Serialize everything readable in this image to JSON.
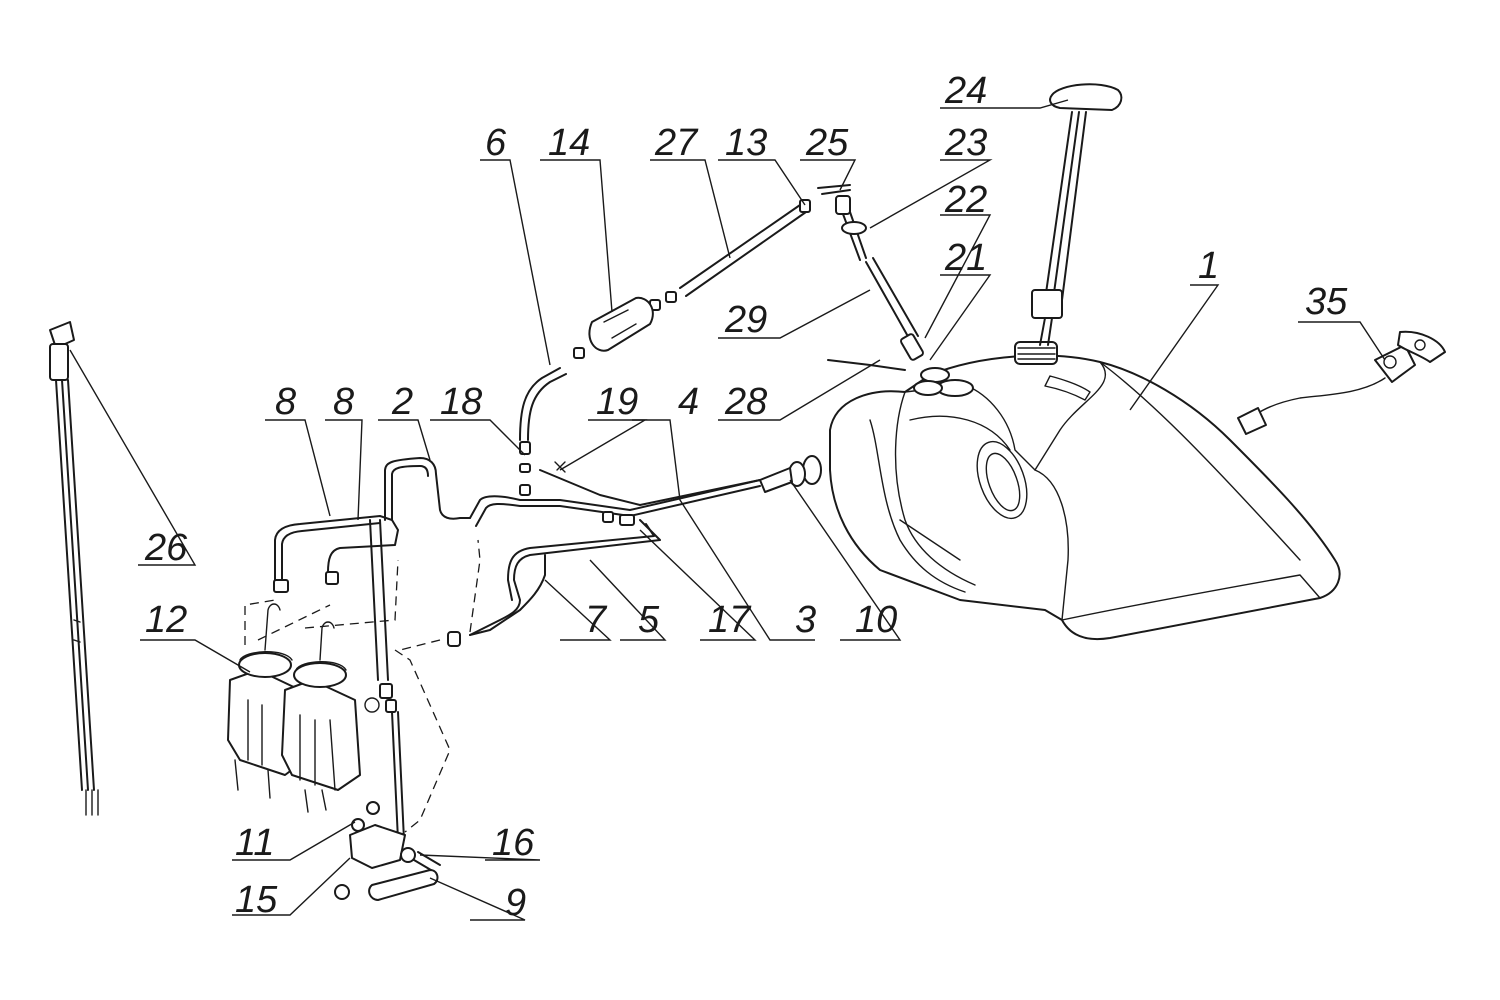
{
  "diagram": {
    "labels": [
      {
        "text": "1"
      },
      {
        "text": "2"
      },
      {
        "text": "3"
      },
      {
        "text": "4"
      },
      {
        "text": "5"
      },
      {
        "text": "6"
      },
      {
        "text": "7"
      },
      {
        "text": "8"
      },
      {
        "text": "8"
      },
      {
        "text": "9"
      },
      {
        "text": "10"
      },
      {
        "text": "11"
      },
      {
        "text": "12"
      },
      {
        "text": "13"
      },
      {
        "text": "14"
      },
      {
        "text": "15"
      },
      {
        "text": "16"
      },
      {
        "text": "17"
      },
      {
        "text": "18"
      },
      {
        "text": "19"
      },
      {
        "text": "21"
      },
      {
        "text": "22"
      },
      {
        "text": "23"
      },
      {
        "text": "24"
      },
      {
        "text": "25"
      },
      {
        "text": "26"
      },
      {
        "text": "27"
      },
      {
        "text": "28"
      },
      {
        "text": "29"
      },
      {
        "text": "35"
      }
    ]
  }
}
